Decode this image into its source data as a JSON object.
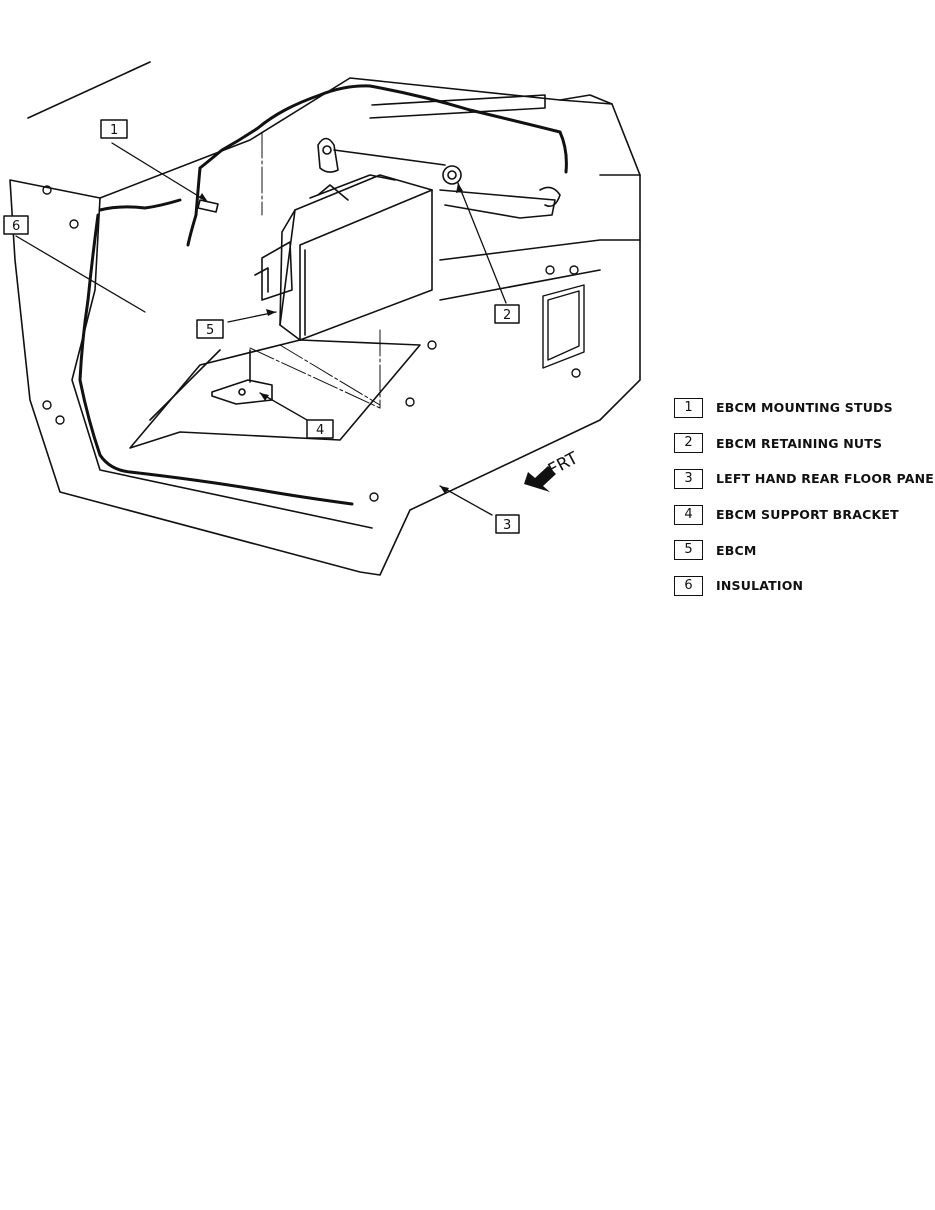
{
  "diagram": {
    "direction_label": "FRT",
    "callouts": [
      {
        "number": "1",
        "label": "EBCM MOUNTING STUDS"
      },
      {
        "number": "2",
        "label": "EBCM RETAINING NUTS"
      },
      {
        "number": "3",
        "label": "LEFT HAND REAR FLOOR PANEL"
      },
      {
        "number": "4",
        "label": "EBCM SUPPORT BRACKET"
      },
      {
        "number": "5",
        "label": "EBCM"
      },
      {
        "number": "6",
        "label": "INSULATION"
      }
    ]
  }
}
